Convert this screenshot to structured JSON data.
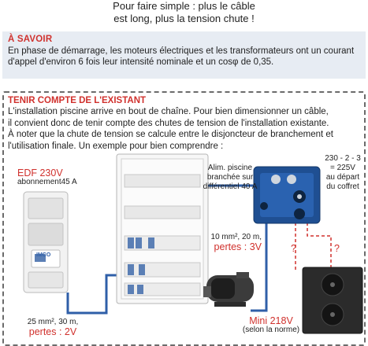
{
  "header": {
    "line1": "Pour faire simple : plus le câble",
    "line2": "est long, plus la tension chute !"
  },
  "a_savoir": {
    "title": "À SAVOIR",
    "text": "En phase de démarrage, les moteurs électriques et les transformateurs ont un courant d'appel d'environ 6 fois leur intensité nominale et un cosφ de 0,35."
  },
  "tenir_compte": {
    "title": "TENIR COMPTE DE L'EXISTANT",
    "line1": "L'installation piscine arrive en bout de chaîne. Pour bien dimensionner un câble,",
    "line2": "il convient donc de tenir compte des chutes de tension de l'installation existante.",
    "line3": "À noter  que la chute de tension se calcule entre le disjoncteur de branchement et",
    "line4": "l'utilisation finale. Un exemple pour bien comprendre :"
  },
  "diagram": {
    "edf_title": "EDF 230V",
    "edf_sub": "abonnement45 A",
    "meter_brand": "IMCO",
    "alim_line1": "Alim. piscine",
    "alim_line2": "branchée sur",
    "alim_line3": "différentiel 40 A",
    "coffret_line1": "230 - 2 - 3",
    "coffret_line2": "= 225V",
    "coffret_line3": "au départ",
    "coffret_line4": "du coffret",
    "cable2_spec": "10 mm², 20 m,",
    "cable2_loss": "pertes : 3V",
    "cable1_spec": "25 mm², 30 m,",
    "cable1_loss": "pertes : 2V",
    "mini_value": "Mini 218V",
    "mini_note": "(selon la norme)",
    "question_mark": "?"
  },
  "colors": {
    "accent_red": "#d0312d",
    "box_blue_bg": "#e7ecf3",
    "cable_blue": "#2f5fa8",
    "coffret_blue": "#1f4f92",
    "dashed_border": "#6b6b6b"
  }
}
